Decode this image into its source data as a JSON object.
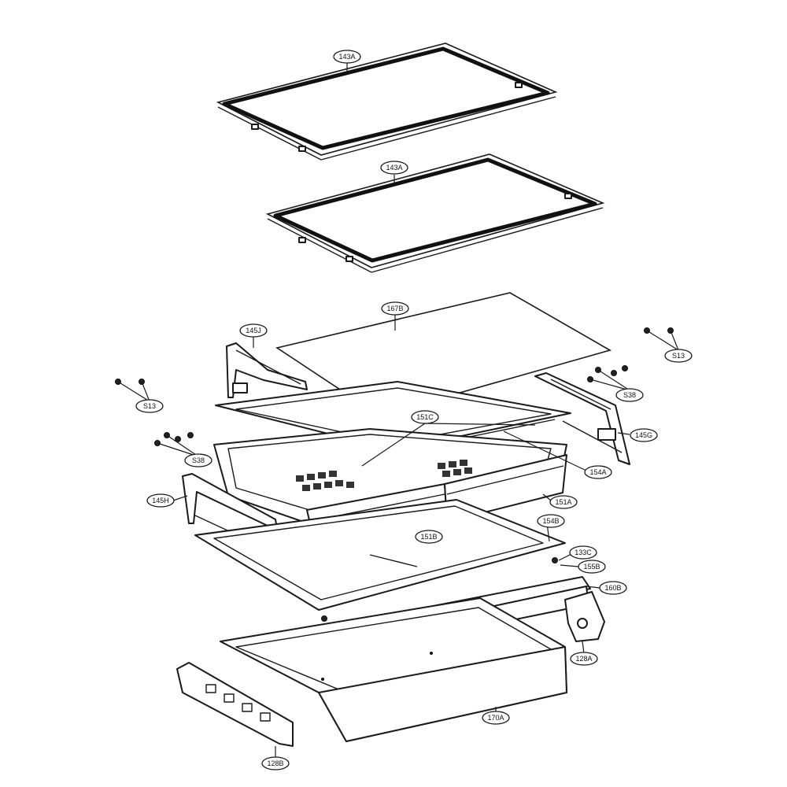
{
  "callouts": {
    "shelf_top": "143A",
    "shelf_mid": "143A",
    "glass_cover": "167B",
    "rail_left_top": "145J",
    "screws_right_top": "S13",
    "screws_left_top": "S13",
    "screws_right_bottom": "S38",
    "screws_left_bottom": "S38",
    "cover_151C": "151C",
    "rail_right": "145G",
    "drawer_154A": "154A",
    "drawer_151A": "151A",
    "rail_left_bottom": "145H",
    "part_154B": "154B",
    "drawer_151B": "151B",
    "part_133C": "133C",
    "part_155B": "155B",
    "part_160B": "160B",
    "bracket_128A": "128A",
    "tray_170A": "170A",
    "bracket_128B": "128B"
  },
  "icons": {
    "screw": "screw-icon"
  }
}
